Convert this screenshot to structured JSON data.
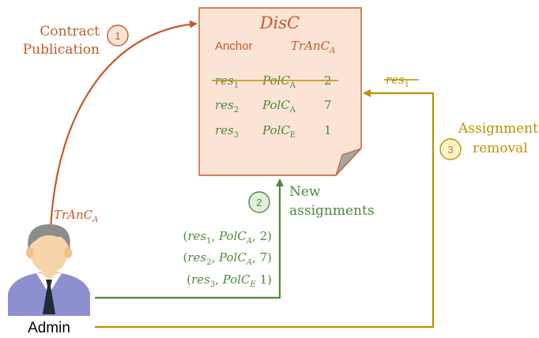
{
  "doc": {
    "title": "DisC",
    "anchor_label": "Anchor",
    "anchor_value": {
      "base": "TrAnC",
      "sub": "A"
    },
    "rows": [
      {
        "res": "res",
        "res_sub": "1",
        "pol": "PolC",
        "pol_sub": "A",
        "value": "2",
        "struck": true
      },
      {
        "res": "res",
        "res_sub": "2",
        "pol": "PolC",
        "pol_sub": "A",
        "value": "7",
        "struck": false
      },
      {
        "res": "res",
        "res_sub": "3",
        "pol": "PolC",
        "pol_sub": "E",
        "value": "1",
        "struck": false
      }
    ]
  },
  "steps": [
    {
      "number": "1",
      "line1": "Contract",
      "line2": "Publication"
    },
    {
      "number": "2",
      "line1": "New",
      "line2": "assignments"
    },
    {
      "number": "3",
      "line1": "Assignment",
      "line2": "removal"
    }
  ],
  "step1_param": {
    "base": "TrAnC",
    "sub": "A"
  },
  "removed_label": {
    "base": "res",
    "sub": "1"
  },
  "assignments": [
    {
      "open": "(",
      "res": "res",
      "res_sub": "1",
      "sep1": ", ",
      "pol": "PolC",
      "pol_sub": "A",
      "sep2": ", ",
      "val": "2",
      "close": ")"
    },
    {
      "open": "(",
      "res": "res",
      "res_sub": "2",
      "sep1": ", ",
      "pol": "PolC",
      "pol_sub": "A",
      "sep2": ", ",
      "val": "7",
      "close": ")"
    },
    {
      "open": "(",
      "res": "res",
      "res_sub": "3",
      "sep1": ", ",
      "pol": "PolC",
      "pol_sub": "E",
      "sep2": " ",
      "val": "1",
      "close": ")"
    }
  ],
  "actor": {
    "label": "Admin"
  },
  "colors": {
    "publication": "#C55A28",
    "assignment": "#4E8A3A",
    "removal": "#BF9000",
    "doc_fill": "#FBE3D6",
    "doc_stroke": "#C55A28"
  }
}
